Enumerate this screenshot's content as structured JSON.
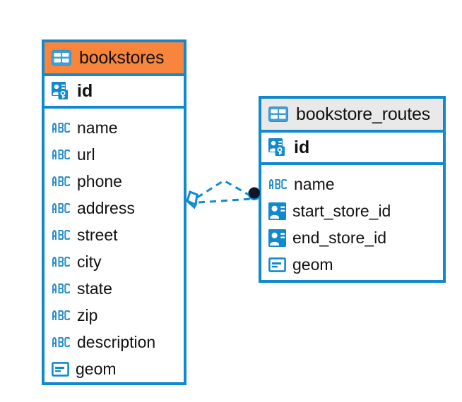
{
  "diagram": {
    "type": "entity-relationship-diagram",
    "background_color": "#ffffff",
    "accent_blue": "#1189CE",
    "accent_orange": "#F9843C",
    "header_gray": "#E9E9E9"
  },
  "entities": [
    {
      "name": "bookstores",
      "header_color": "#F9843C",
      "primary_key": {
        "label": "id",
        "icon": "primary-key-icon"
      },
      "fields": [
        {
          "label": "name",
          "icon": "abc-text-icon"
        },
        {
          "label": "url",
          "icon": "abc-text-icon"
        },
        {
          "label": "phone",
          "icon": "abc-text-icon"
        },
        {
          "label": "address",
          "icon": "abc-text-icon"
        },
        {
          "label": "street",
          "icon": "abc-text-icon"
        },
        {
          "label": "city",
          "icon": "abc-text-icon"
        },
        {
          "label": "state",
          "icon": "abc-text-icon"
        },
        {
          "label": "zip",
          "icon": "abc-text-icon"
        },
        {
          "label": "description",
          "icon": "abc-text-icon"
        },
        {
          "label": "geom",
          "icon": "geometry-icon"
        }
      ]
    },
    {
      "name": "bookstore_routes",
      "header_color": "#E9E9E9",
      "primary_key": {
        "label": "id",
        "icon": "primary-key-icon"
      },
      "fields": [
        {
          "label": "name",
          "icon": "abc-text-icon"
        },
        {
          "label": "start_store_id",
          "icon": "foreign-key-icon"
        },
        {
          "label": "end_store_id",
          "icon": "foreign-key-icon"
        },
        {
          "label": "geom",
          "icon": "geometry-icon"
        }
      ]
    }
  ],
  "relationship": {
    "line_style": "dashed",
    "line_color": "#1189CE",
    "source_endpoint": "diamond-marker",
    "target_endpoint": "filled-circle-marker",
    "connector_count": 2
  }
}
